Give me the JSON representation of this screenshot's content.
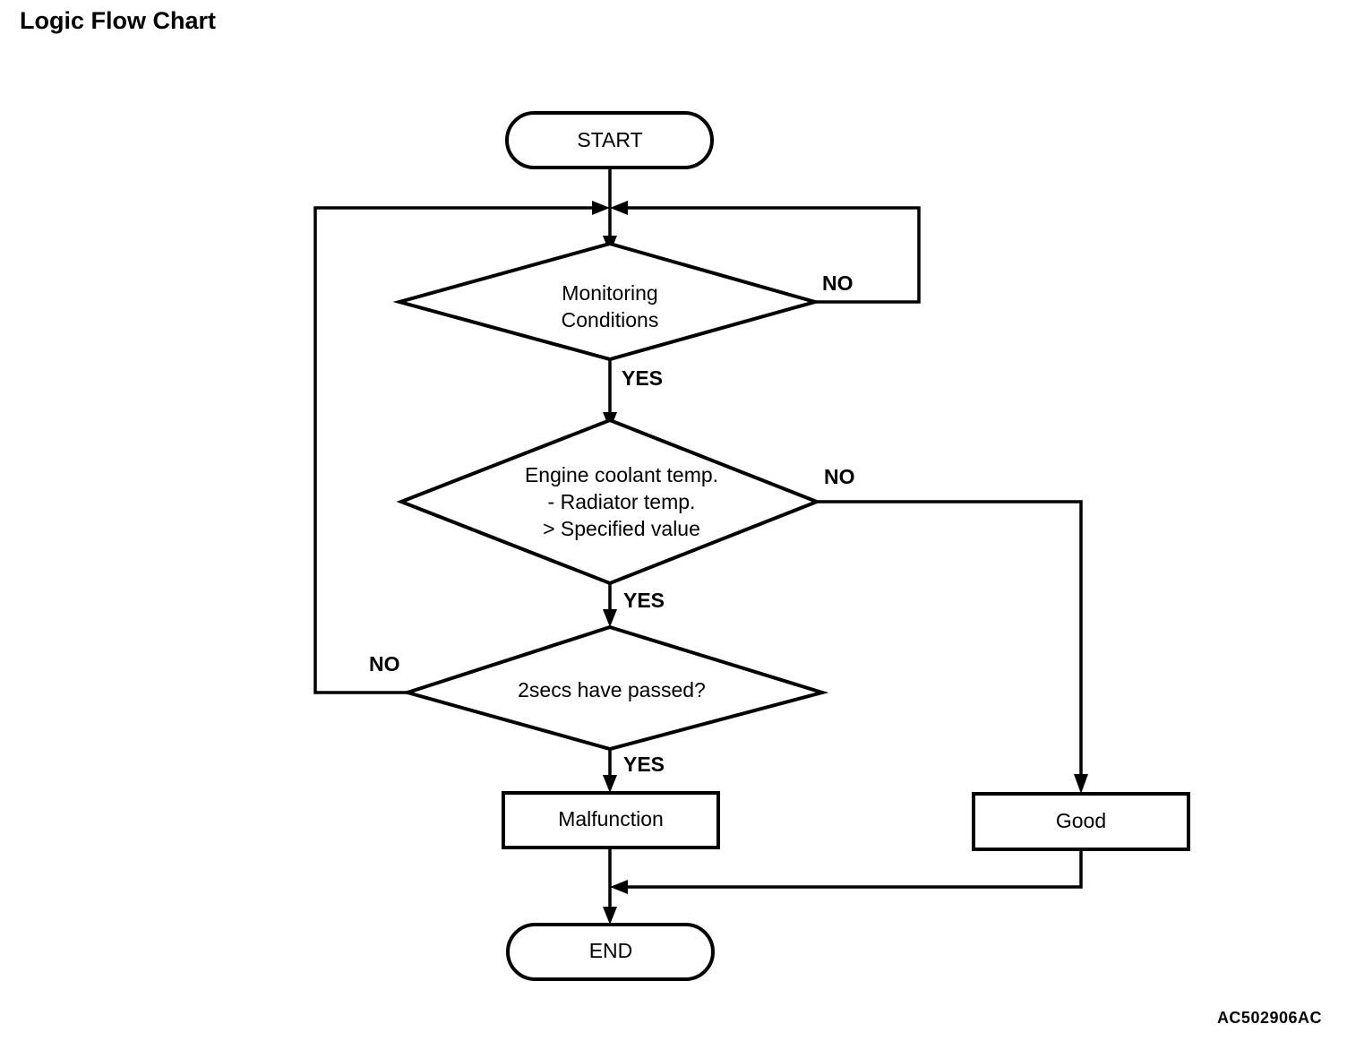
{
  "page": {
    "title": "Logic Flow Chart",
    "figure_code": "AC502906AC",
    "ink_color": "#000000",
    "background_color": "#ffffff"
  },
  "chart_data": {
    "type": "diagram",
    "diagram_kind": "flowchart",
    "title": "Logic Flow Chart",
    "nodes": [
      {
        "id": "start",
        "shape": "terminator",
        "label": "START"
      },
      {
        "id": "d1",
        "shape": "decision",
        "label": "Monitoring Conditions",
        "lines": [
          "Monitoring",
          "Conditions"
        ]
      },
      {
        "id": "d2",
        "shape": "decision",
        "label": "Engine coolant temp. - Radiator temp. > Specified value",
        "lines": [
          "Engine coolant temp.",
          "- Radiator temp.",
          "> Specified value"
        ]
      },
      {
        "id": "d3",
        "shape": "decision",
        "label": "2secs have passed?",
        "lines": [
          "2secs have passed?"
        ]
      },
      {
        "id": "malfunction",
        "shape": "process",
        "label": "Malfunction"
      },
      {
        "id": "good",
        "shape": "process",
        "label": "Good"
      },
      {
        "id": "end",
        "shape": "terminator",
        "label": "END"
      }
    ],
    "edges": [
      {
        "from": "start",
        "to": "d1",
        "label": ""
      },
      {
        "from": "d1",
        "to": "d1",
        "label": "NO",
        "route": "right-loop-back-to-entry"
      },
      {
        "from": "d1",
        "to": "d2",
        "label": "YES"
      },
      {
        "from": "d2",
        "to": "good",
        "label": "NO",
        "route": "right-then-down"
      },
      {
        "from": "d2",
        "to": "d3",
        "label": "YES"
      },
      {
        "from": "d3",
        "to": "d1",
        "label": "NO",
        "route": "left-loop-back-to-entry"
      },
      {
        "from": "d3",
        "to": "malfunction",
        "label": "YES"
      },
      {
        "from": "malfunction",
        "to": "end",
        "label": ""
      },
      {
        "from": "good",
        "to": "end",
        "label": "",
        "route": "down-then-left"
      }
    ]
  },
  "labels": {
    "start": "START",
    "end": "END",
    "decision1_line1": "Monitoring",
    "decision1_line2": "Conditions",
    "decision2_line1": "Engine coolant temp.",
    "decision2_line2": "- Radiator temp.",
    "decision2_line3": "> Specified value",
    "decision3_line1": "2secs have passed?",
    "malfunction": "Malfunction",
    "good": "Good",
    "branch_no_1": "NO",
    "branch_yes_1": "YES",
    "branch_no_2": "NO",
    "branch_yes_2": "YES",
    "branch_no_3": "NO",
    "branch_yes_3": "YES"
  }
}
